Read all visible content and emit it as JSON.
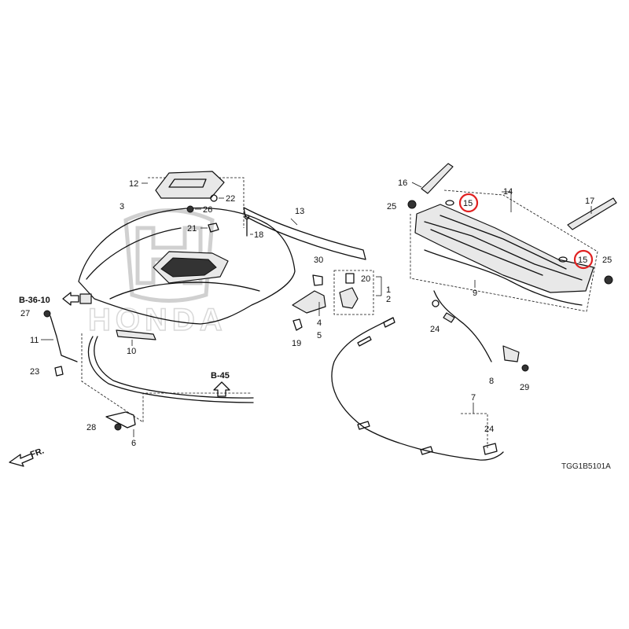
{
  "diagram": {
    "callouts": {
      "c1": "1",
      "c2": "2",
      "c3": "3",
      "c4": "4",
      "c5": "5",
      "c6": "6",
      "c7": "7",
      "c8": "8",
      "c9": "9",
      "c10": "10",
      "c11": "11",
      "c12": "12",
      "c13": "13",
      "c14": "14",
      "c15a": "15",
      "c15b": "15",
      "c16": "16",
      "c17": "17",
      "c18": "18",
      "c19": "19",
      "c20": "20",
      "c21": "21",
      "c22": "22",
      "c23": "23",
      "c24a": "24",
      "c24b": "24",
      "c25a": "25",
      "c25b": "25",
      "c26": "26",
      "c27": "27",
      "c28": "28",
      "c29": "29",
      "c30": "30"
    },
    "refs": {
      "b3610": "B-36-10",
      "b45": "B-45",
      "front": "FR."
    },
    "diagram_code": "TGG1B5101A",
    "highlight_color": "#e02020",
    "watermark": "HONDA"
  }
}
